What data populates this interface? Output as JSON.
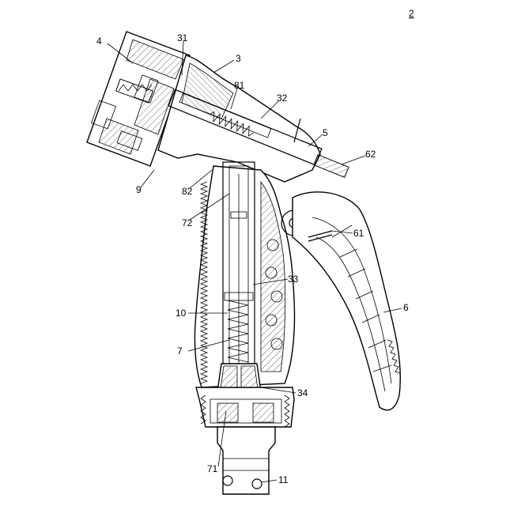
{
  "figure_number": "2",
  "labels": {
    "l4": "4",
    "l31": "31",
    "l3": "3",
    "l81": "81",
    "l32": "32",
    "l5": "5",
    "l62": "62",
    "l9": "9",
    "l82": "82",
    "l72": "72",
    "l61": "61",
    "l33": "33",
    "l10": "10",
    "l6": "6",
    "l7": "7",
    "l34": "34",
    "l71": "71",
    "l11": "11"
  }
}
